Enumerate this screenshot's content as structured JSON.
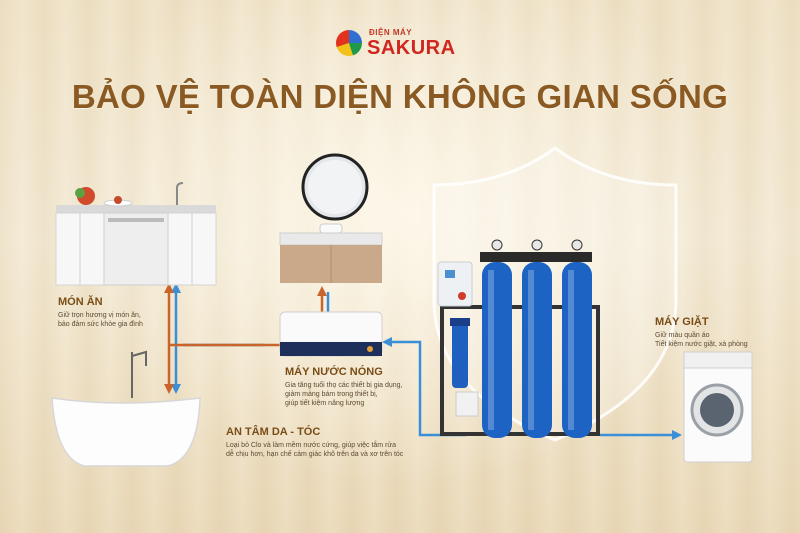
{
  "logo": {
    "small": "ĐIỆN MÁY",
    "brand": "SAKURA"
  },
  "title": "BẢO VỆ TOÀN DIỆN KHÔNG GIAN SỐNG",
  "sections": {
    "mon_an": {
      "heading": "MÓN ĂN",
      "lines": [
        "Giữ trọn hương vị món ăn,",
        "bảo đảm sức khỏe gia đình"
      ]
    },
    "may_nuoc_nong": {
      "heading": "MÁY NƯỚC NÓNG",
      "lines": [
        "Gia tăng tuổi thọ các thiết bị gia dụng,",
        "giảm mảng bám trong thiết bị,",
        "giúp tiết kiệm năng lượng"
      ]
    },
    "an_tam": {
      "heading": "AN TÂM DA - TÓC",
      "lines": [
        "Loại bỏ Clo và làm mềm nước cứng, giúp việc tắm rửa",
        "dễ chịu hơn, hạn chế cảm giác khô trên da và xơ trên tóc"
      ]
    },
    "may_giat": {
      "heading": "MÁY GIẶT",
      "lines": [
        "Giữ màu quần áo",
        "Tiết kiệm nước giặt, xà phòng"
      ]
    }
  },
  "colors": {
    "title": "#8a5a22",
    "brand": "#d0261f",
    "pipe_hot": "#c9652a",
    "pipe_cold": "#3a8fd6",
    "tank": "#1d63c4"
  },
  "icons": [
    "shield-icon",
    "arrow-icon"
  ]
}
